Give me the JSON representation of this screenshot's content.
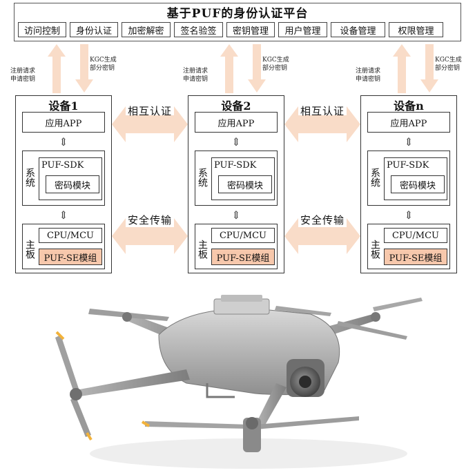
{
  "platform": {
    "title": "基于PUF的身份认证平台",
    "tabs": [
      "访问控制",
      "身份认证",
      "加密解密",
      "签名验签",
      "密钥管理",
      "用户管理",
      "设备管理",
      "权限管理"
    ]
  },
  "key_request": {
    "left_line1": "注册请求",
    "left_line2": "申请密钥",
    "right_line1": "KGC生成",
    "right_line2": "部分密钥"
  },
  "devices": [
    {
      "title": "设备1",
      "app": "应用APP",
      "system_label": "系统",
      "sdk": "PUF-SDK",
      "crypto": "密码模块",
      "board_label": "主板",
      "cpu": "CPU/MCU",
      "se": "PUF-SE模组"
    },
    {
      "title": "设备2",
      "app": "应用APP",
      "system_label": "系统",
      "sdk": "PUF-SDK",
      "crypto": "密码模块",
      "board_label": "主板",
      "cpu": "CPU/MCU",
      "se": "PUF-SE模组"
    },
    {
      "title": "设备n",
      "app": "应用APP",
      "system_label": "系统",
      "sdk": "PUF-SDK",
      "crypto": "密码模块",
      "board_label": "主板",
      "cpu": "CPU/MCU",
      "se": "PUF-SE模组"
    }
  ],
  "links": {
    "mutual_auth": "相互认证",
    "secure_transfer": "安全传输"
  },
  "colors": {
    "arrow_fill": "#f9dcc8",
    "se_fill": "#f7c8ac",
    "border": "#333333"
  }
}
